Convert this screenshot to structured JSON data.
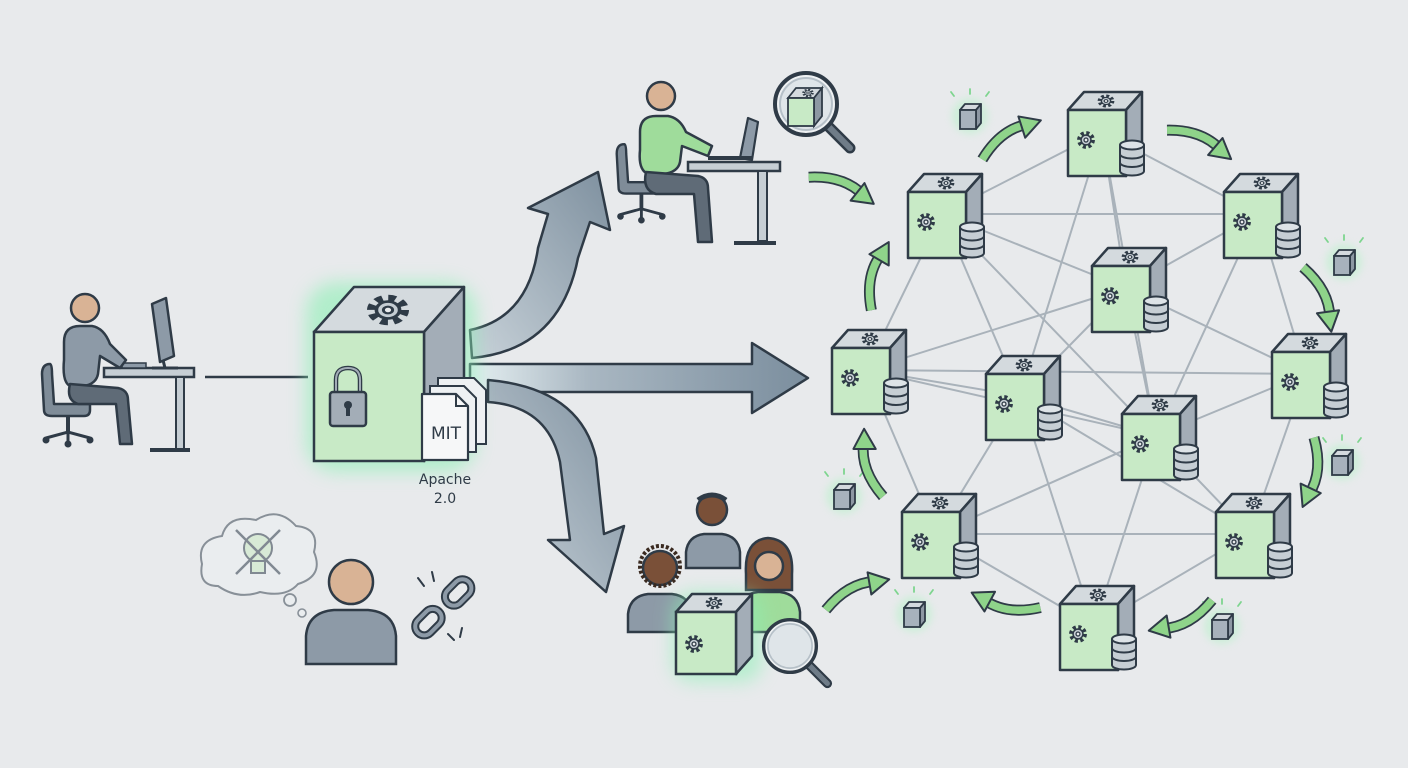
{
  "license_labels": {
    "doc_label": "MIT",
    "license_line1": "Apache",
    "license_line2": "2.0"
  },
  "colors": {
    "background": "#e8eaec",
    "outline": "#2f3b47",
    "cube_front": "#c8eac6",
    "cube_top": "#d4dade",
    "cube_side": "#a3adb7",
    "accent_green": "#8fd48a",
    "glow": "#9cf0bf",
    "flow_arrow": "#7f91a0",
    "skin": "#d9b395",
    "skin_dark": "#7a5038",
    "shirt_gray": "#8d9aa7",
    "shirt_green": "#9fdc9b",
    "network_line": "#a9b2ba"
  },
  "icons": [
    "gear-icon",
    "lock-icon",
    "database-icon",
    "magnifier-icon",
    "broken-chain-icon",
    "lightbulb-icon",
    "document-icon",
    "desk-icon",
    "chair-icon",
    "monitor-icon",
    "laptop-icon"
  ]
}
